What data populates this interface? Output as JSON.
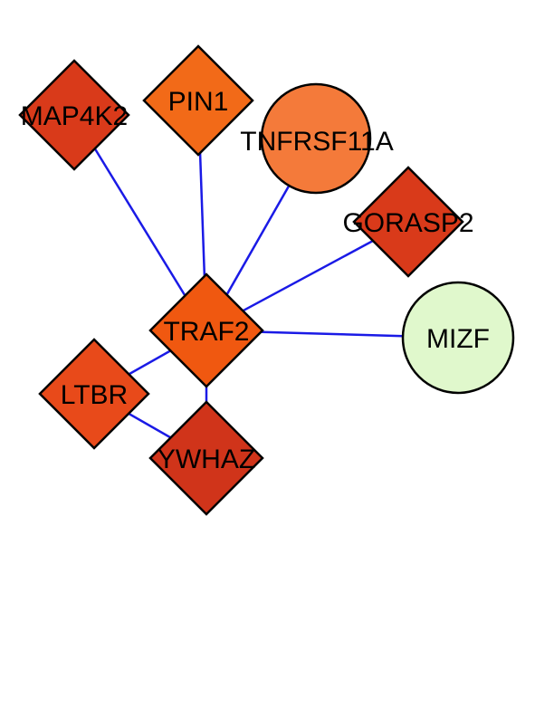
{
  "graph": {
    "edge_color": "#1a1ae6",
    "nodes": [
      {
        "id": "MAP4K2",
        "label": "MAP4K2",
        "shape": "diamond",
        "color": "#d93a1a"
      },
      {
        "id": "PIN1",
        "label": "PIN1",
        "shape": "diamond",
        "color": "#f26a18"
      },
      {
        "id": "TNFRSF11A",
        "label": "TNFRSF11A",
        "shape": "circle",
        "color": "#f47a3a"
      },
      {
        "id": "GORASP2",
        "label": "GORASP2",
        "shape": "diamond",
        "color": "#d93a1a"
      },
      {
        "id": "TRAF2",
        "label": "TRAF2",
        "shape": "diamond",
        "color": "#f05810"
      },
      {
        "id": "MIZF",
        "label": "MIZF",
        "shape": "circle",
        "color": "#e0f8cc"
      },
      {
        "id": "LTBR",
        "label": "LTBR",
        "shape": "diamond",
        "color": "#e84a1a"
      },
      {
        "id": "YWHAZ",
        "label": "YWHAZ",
        "shape": "diamond",
        "color": "#d0341a"
      }
    ],
    "edges": [
      {
        "source": "TRAF2",
        "target": "MAP4K2"
      },
      {
        "source": "TRAF2",
        "target": "PIN1"
      },
      {
        "source": "TRAF2",
        "target": "TNFRSF11A"
      },
      {
        "source": "TRAF2",
        "target": "GORASP2"
      },
      {
        "source": "TRAF2",
        "target": "MIZF"
      },
      {
        "source": "TRAF2",
        "target": "LTBR"
      },
      {
        "source": "TRAF2",
        "target": "YWHAZ"
      },
      {
        "source": "LTBR",
        "target": "YWHAZ"
      }
    ]
  }
}
